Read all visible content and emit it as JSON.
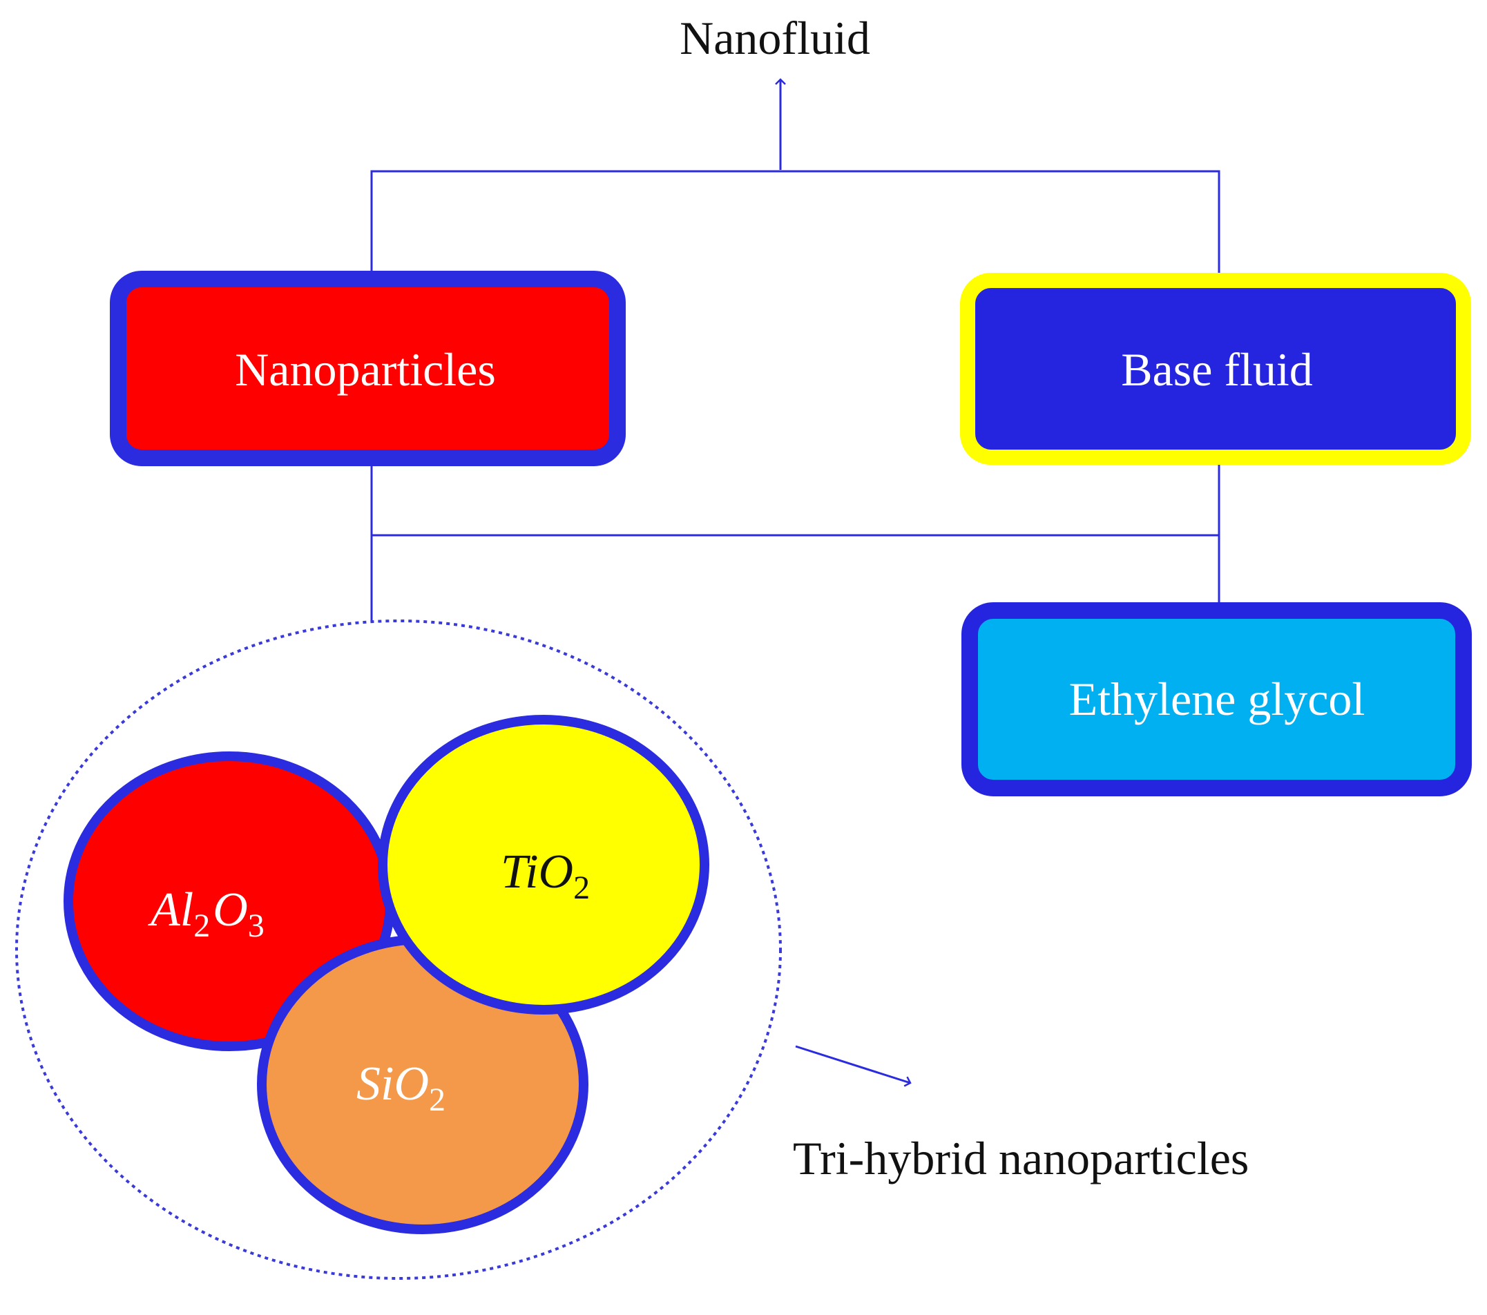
{
  "title": "Nanofluid",
  "nodes": {
    "nanoparticles": {
      "label": "Nanoparticles",
      "fill": "#FF0000",
      "stroke": "#2B2BE0"
    },
    "base_fluid": {
      "label": "Base fluid",
      "fill": "#2525E0",
      "stroke": "#FFFF00"
    },
    "ethylene_glycol": {
      "label": "Ethylene glycol",
      "fill": "#00B0F0",
      "stroke": "#2525E0"
    }
  },
  "particles": [
    {
      "id": "al2o3",
      "symbol": "Al",
      "sub1": "2",
      "symbol2": "O",
      "sub2": "3",
      "fill": "#FF0000",
      "text_color": "#ffffff"
    },
    {
      "id": "tio2",
      "symbol": "TiO",
      "sub1": "2",
      "fill": "#FFFF00",
      "text_color": "#111111"
    },
    {
      "id": "sio2",
      "symbol": "SiO",
      "sub1": "2",
      "fill": "#F4994A",
      "text_color": "#ffffff"
    }
  ],
  "group_label": "Tri-hybrid nanoparticles",
  "colors": {
    "connector": "#2B2BE0",
    "particle_outline": "#2B2BE0",
    "dotted_circle": "#3A3AD8"
  }
}
